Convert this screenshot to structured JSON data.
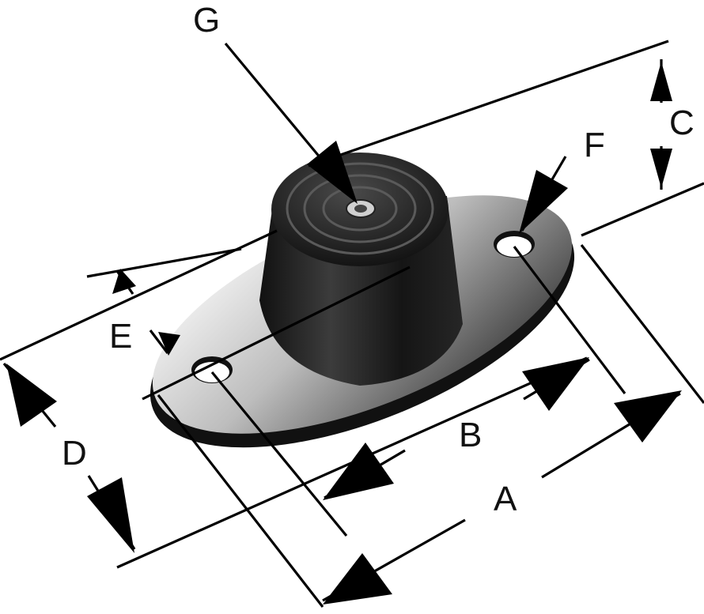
{
  "labels": {
    "a": "A",
    "b": "B",
    "c": "C",
    "d": "D",
    "e": "E",
    "f": "F",
    "g": "G"
  },
  "colors": {
    "ink": "#000000",
    "rubber_dark": "#1a1a1a",
    "rubber_mid": "#3a3a3a",
    "plate_light": "#d9d9d9",
    "background": "#ffffff"
  }
}
